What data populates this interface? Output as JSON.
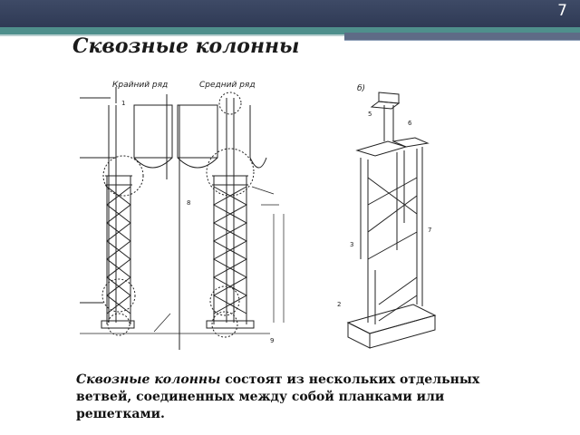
{
  "slide": {
    "number": "7",
    "title": "Сквозные колонны"
  },
  "figure": {
    "label_left_row": "Крайний ряд",
    "label_middle_row": "Средний ряд",
    "label_panel_b": "б)",
    "callouts": [
      "1",
      "2",
      "3",
      "5",
      "6",
      "7",
      "8",
      "9"
    ]
  },
  "caption": {
    "emphasis": "Сквозные колонны",
    "rest": " состоят из нескольких отдельных ветвей, соединенных между собой планками или решетками."
  },
  "colors": {
    "topbar": "#2f3a55",
    "teal_band": "#4f8f8c",
    "drawing_ink": "#222222"
  }
}
